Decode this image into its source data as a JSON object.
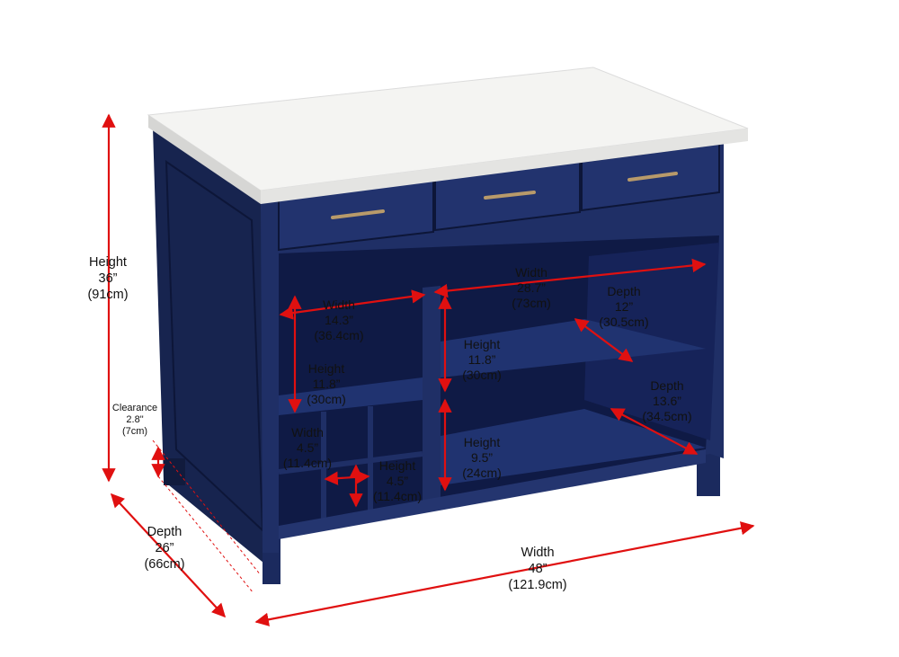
{
  "product": {
    "body_color": "#1b2a5e",
    "top_color": "#f4f4f2",
    "handle_color": "#b89a6a",
    "arrow_color": "#e01010"
  },
  "dimensions": {
    "overall_height": [
      "Height",
      "36”",
      "(91cm)"
    ],
    "overall_depth": [
      "Depth",
      "26”",
      "(66cm)"
    ],
    "overall_width": [
      "Width",
      "48”",
      "(121.9cm)"
    ],
    "clearance": [
      "Clearance",
      "2.8\"",
      "(7cm)"
    ],
    "left_open_width": [
      "Width",
      "14.3”",
      "(36.4cm)"
    ],
    "left_open_height": [
      "Height",
      "11.8”",
      "(30cm)"
    ],
    "cubby_width": [
      "Width",
      "4.5”",
      "(11.4cm)"
    ],
    "cubby_height": [
      "Height",
      "4.5”",
      "(11.4cm)"
    ],
    "right_open_width": [
      "Width",
      "28.7”",
      "(73cm)"
    ],
    "upper_shelf_height": [
      "Height",
      "11.8”",
      "(30cm)"
    ],
    "lower_shelf_height": [
      "Height",
      "9.5”",
      "(24cm)"
    ],
    "upper_shelf_depth": [
      "Depth",
      "12”",
      "(30.5cm)"
    ],
    "lower_shelf_depth": [
      "Depth",
      "13.6”",
      "(34.5cm)"
    ]
  }
}
